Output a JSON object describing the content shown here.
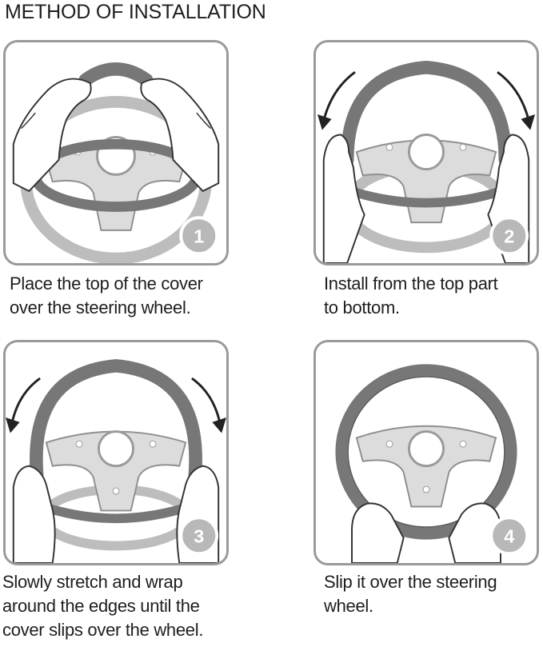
{
  "title": "METHOD OF INSTALLATION",
  "steps": [
    {
      "number": "1",
      "lines": [
        "Place the top of the cover",
        "over the steering wheel."
      ]
    },
    {
      "number": "2",
      "lines": [
        "Install from the top part",
        "to bottom."
      ]
    },
    {
      "number": "3",
      "lines": [
        "Slowly stretch and wrap",
        "around the edges until the",
        "cover slips over the wheel."
      ]
    },
    {
      "number": "4",
      "lines": [
        "Slip it over the steering",
        "wheel."
      ]
    }
  ],
  "colors": {
    "panel_border": "#9a9a9a",
    "wheel_light": "#bdbdbd",
    "wheel_dark": "#777777",
    "hub": "#dcdcdc",
    "badge": "#b8b8b8"
  },
  "icons": [
    "steering-wheel-icon",
    "hand-icon",
    "curved-arrow-icon"
  ]
}
